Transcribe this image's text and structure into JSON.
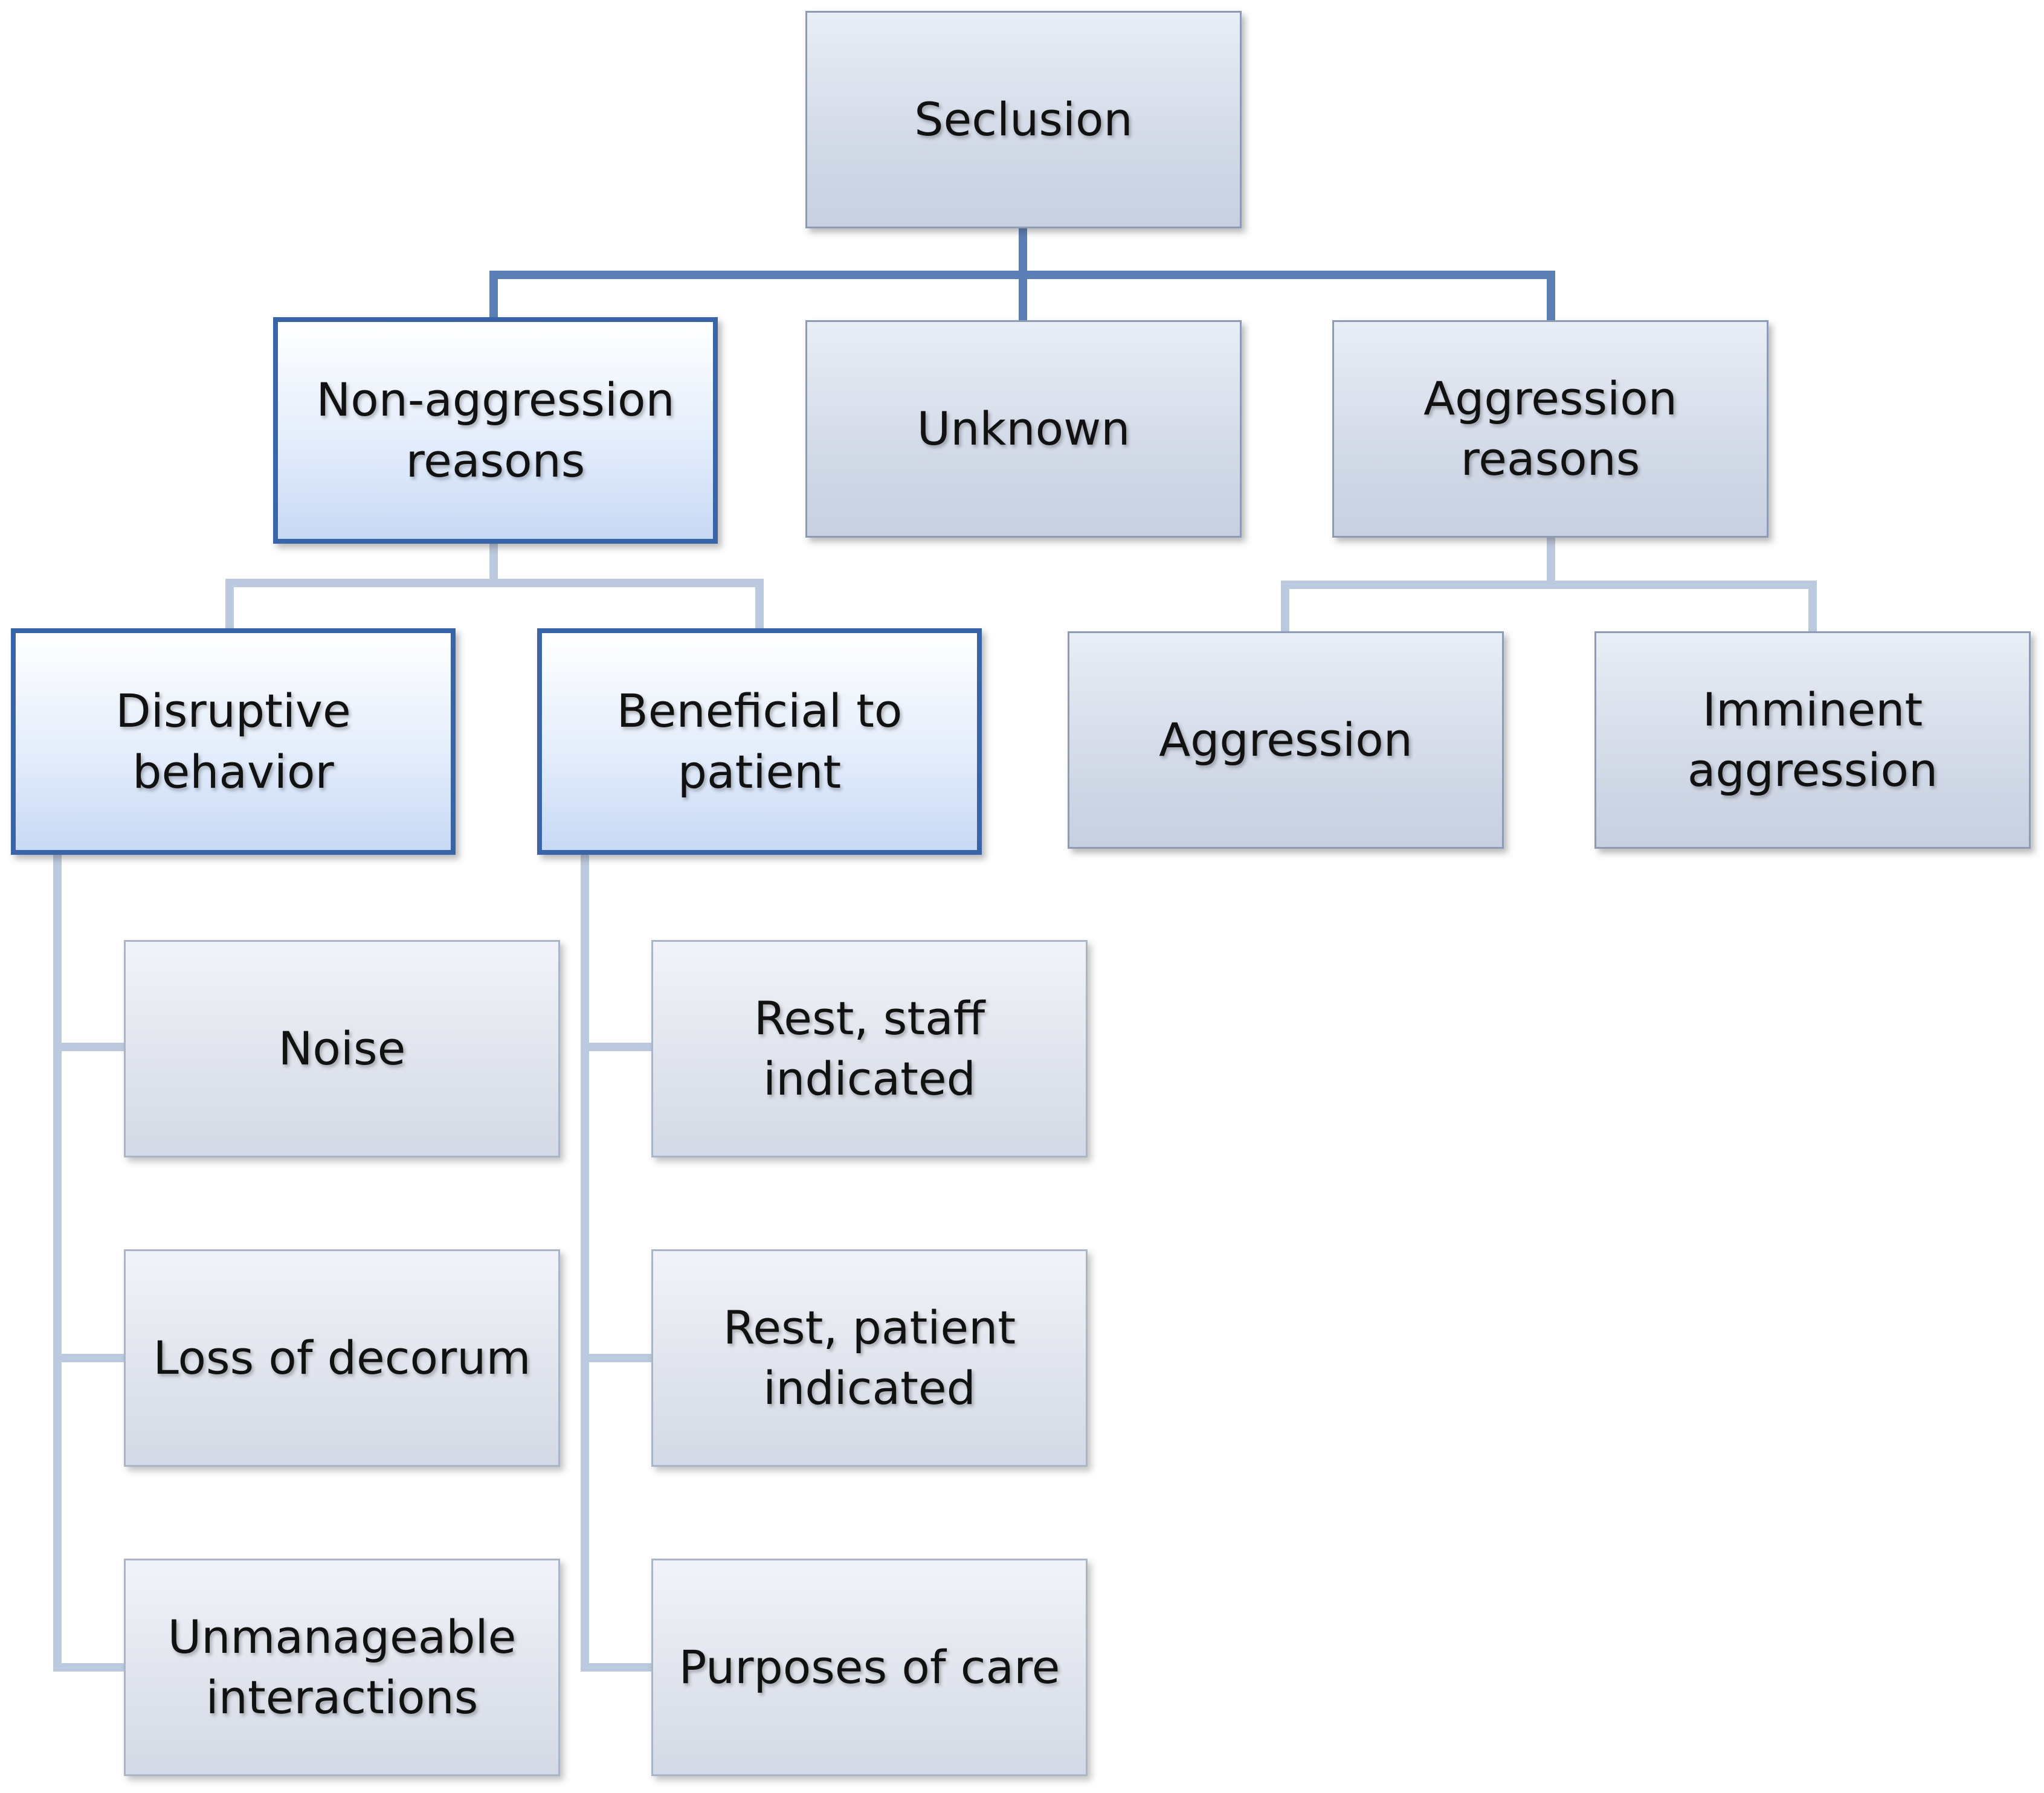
{
  "diagram": {
    "root": "Seclusion",
    "level1": {
      "non_aggression": "Non-aggression\nreasons",
      "unknown": "Unknown",
      "aggression": "Aggression\nreasons"
    },
    "non_aggression_children": {
      "disruptive": "Disruptive\nbehavior",
      "beneficial": "Beneficial to\npatient"
    },
    "aggression_children": {
      "aggression": "Aggression",
      "imminent": "Imminent\naggression"
    },
    "disruptive_items": [
      "Noise",
      "Loss of decorum",
      "Unmanageable\ninteractions"
    ],
    "beneficial_items": [
      "Rest, staff\nindicated",
      "Rest, patient\nindicated",
      "Purposes of care"
    ]
  },
  "colors": {
    "connector_main": "#5b7fb5",
    "connector_leaf": "#c3cde0",
    "highlight_border": "#3a64a8"
  }
}
